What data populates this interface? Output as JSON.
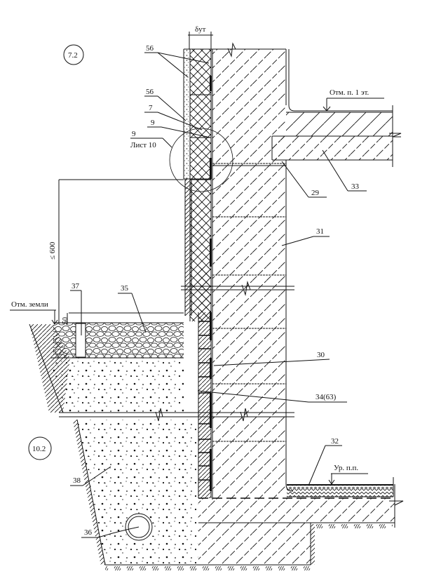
{
  "drawing": {
    "title": "Foundation / plinth wall insulation detail",
    "detail_refs": [
      {
        "id": "ref-7-2",
        "text": "7.2"
      },
      {
        "id": "ref-10-2",
        "text": "10.2"
      }
    ],
    "dimension_label": "δут",
    "height_limit": "≤ 600",
    "offset_dim": "50",
    "elevations": {
      "first_floor": "Отм. п. 1 эт.",
      "ground": "Отм. земли",
      "basement_floor": "Ур. п.п."
    },
    "callout_sheet": {
      "number": "9",
      "sheet": "Лист 10"
    },
    "callouts": [
      {
        "key": "c56a",
        "text": "56"
      },
      {
        "key": "c56b",
        "text": "56"
      },
      {
        "key": "c7",
        "text": "7"
      },
      {
        "key": "c9",
        "text": "9"
      },
      {
        "key": "c29",
        "text": "29"
      },
      {
        "key": "c33",
        "text": "33"
      },
      {
        "key": "c31",
        "text": "31"
      },
      {
        "key": "c37",
        "text": "37"
      },
      {
        "key": "c35",
        "text": "35"
      },
      {
        "key": "c30",
        "text": "30"
      },
      {
        "key": "c34",
        "text": "34(63)"
      },
      {
        "key": "c32",
        "text": "32"
      },
      {
        "key": "c38",
        "text": "38"
      },
      {
        "key": "c36",
        "text": "36"
      }
    ]
  }
}
